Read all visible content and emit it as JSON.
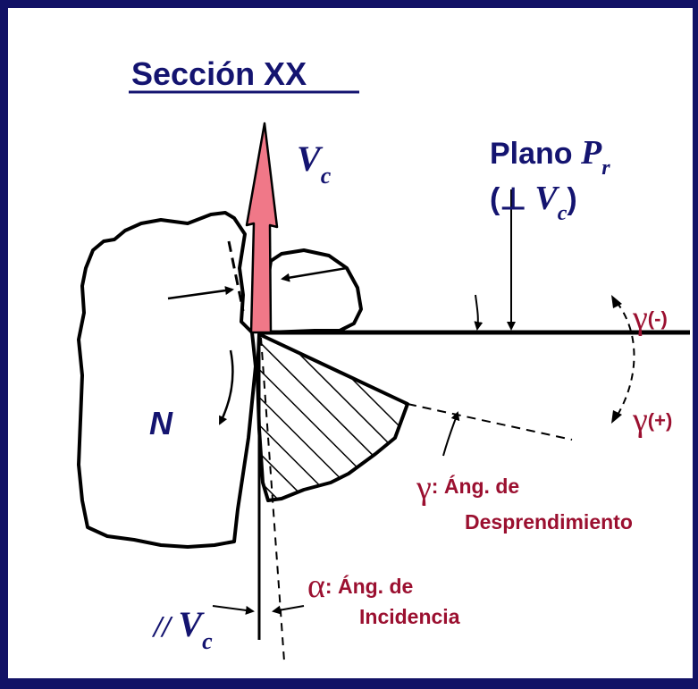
{
  "title": "Sección XX",
  "vc_label": {
    "main": "V",
    "sub": "c"
  },
  "plane_label": {
    "line1_text": "Plano ",
    "line1_symbol": "P",
    "line1_sub": "r",
    "line2_open": "(⊥ ",
    "line2_symbol": "V",
    "line2_sub": "c",
    "line2_close": ")"
  },
  "n_label": "N",
  "gamma_neg": {
    "symbol": "γ",
    "text": "(-)"
  },
  "gamma_pos": {
    "symbol": "γ",
    "text": "(+)"
  },
  "gamma_def": {
    "symbol": "γ",
    "line1": ": Áng. de",
    "line2": "Desprendimiento"
  },
  "alpha_def": {
    "symbol": "α",
    "line1": ": Áng. de",
    "line2": "Incidencia"
  },
  "parallel_label": {
    "prefix": "// ",
    "main": "V",
    "sub": "c"
  },
  "colors": {
    "frame": "#121266",
    "navy_text": "#141470",
    "red_text": "#9b1030",
    "arrow_fill": "#f07888"
  }
}
